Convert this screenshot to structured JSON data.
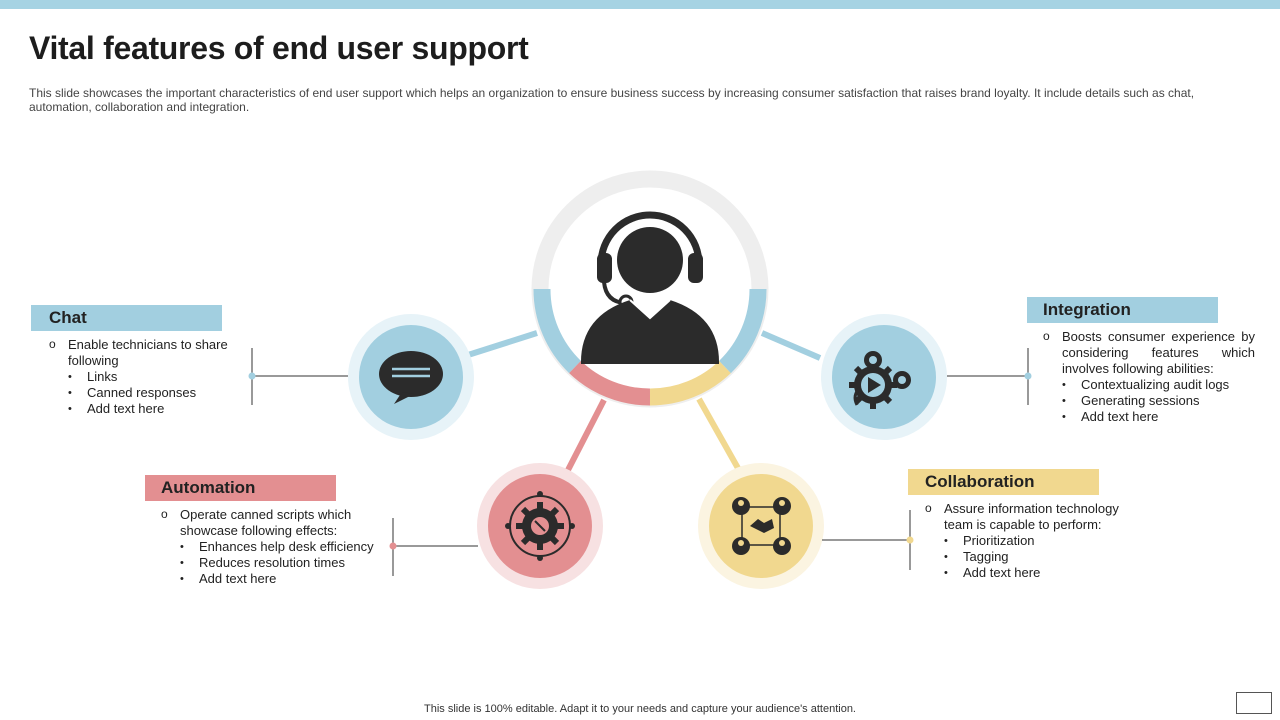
{
  "slide": {
    "title": "Vital features of end user support",
    "subtitle": "This slide showcases the important characteristics of end user support which helps an organization to ensure business success by increasing consumer satisfaction that raises brand loyalty. It include details such as chat, automation, collaboration and integration.",
    "footer": "This slide is 100% editable.  Adapt it to your needs and capture your audience's attention."
  },
  "colors": {
    "blue": "#a2cfe0",
    "red": "#e38f91",
    "yellow": "#f1d88f",
    "icon": "#2b2b2b"
  },
  "features": {
    "chat": {
      "label": "Chat",
      "icon": "chat-bubble-icon",
      "lead": "Enable technicians to share following",
      "items": [
        "Links",
        "Canned responses",
        "Add text here"
      ]
    },
    "integration": {
      "label": "Integration",
      "icon": "gears-play-icon",
      "lead": "Boosts consumer experience by considering features which involves following abilities:",
      "items": [
        "Contextualizing audit logs",
        "Generating sessions",
        "Add text here"
      ]
    },
    "automation": {
      "label": "Automation",
      "icon": "automation-gear-icon",
      "lead": "Operate canned scripts which showcase following effects:",
      "items": [
        "Enhances help desk efficiency",
        "Reduces resolution times",
        "Add text here"
      ]
    },
    "collaboration": {
      "label": "Collaboration",
      "icon": "team-handshake-icon",
      "lead": "Assure information technology team is capable to perform:",
      "items": [
        "Prioritization",
        "Tagging",
        "Add text here"
      ]
    }
  },
  "center": {
    "icon": "support-agent-headset-icon"
  }
}
